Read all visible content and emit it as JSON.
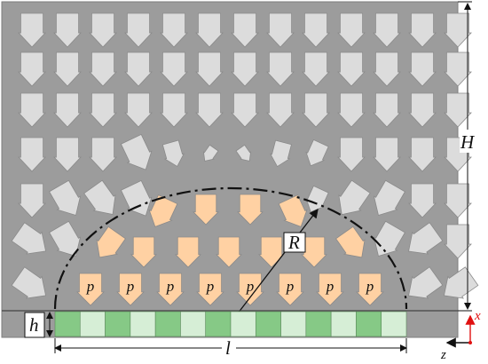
{
  "labels": {
    "H": "H",
    "h": "h",
    "l": "l",
    "R": "R",
    "p": "p",
    "x": "x",
    "z": "z"
  },
  "colors": {
    "soil": "#9c9c9c",
    "arrow_grey": "#dcdcdc",
    "arrow_orange": "#ffd1a3",
    "strip_dark": "#86c986",
    "strip_light": "#d6eed6",
    "arc": "#111111",
    "axis_x": "#e01010",
    "axis_z": "#111111"
  },
  "strip_segments": 14,
  "pressure_arrow_count": 8,
  "arrow_field": {
    "grey_symbol": "arrow-icon",
    "orange_symbol": "arrow-icon"
  }
}
